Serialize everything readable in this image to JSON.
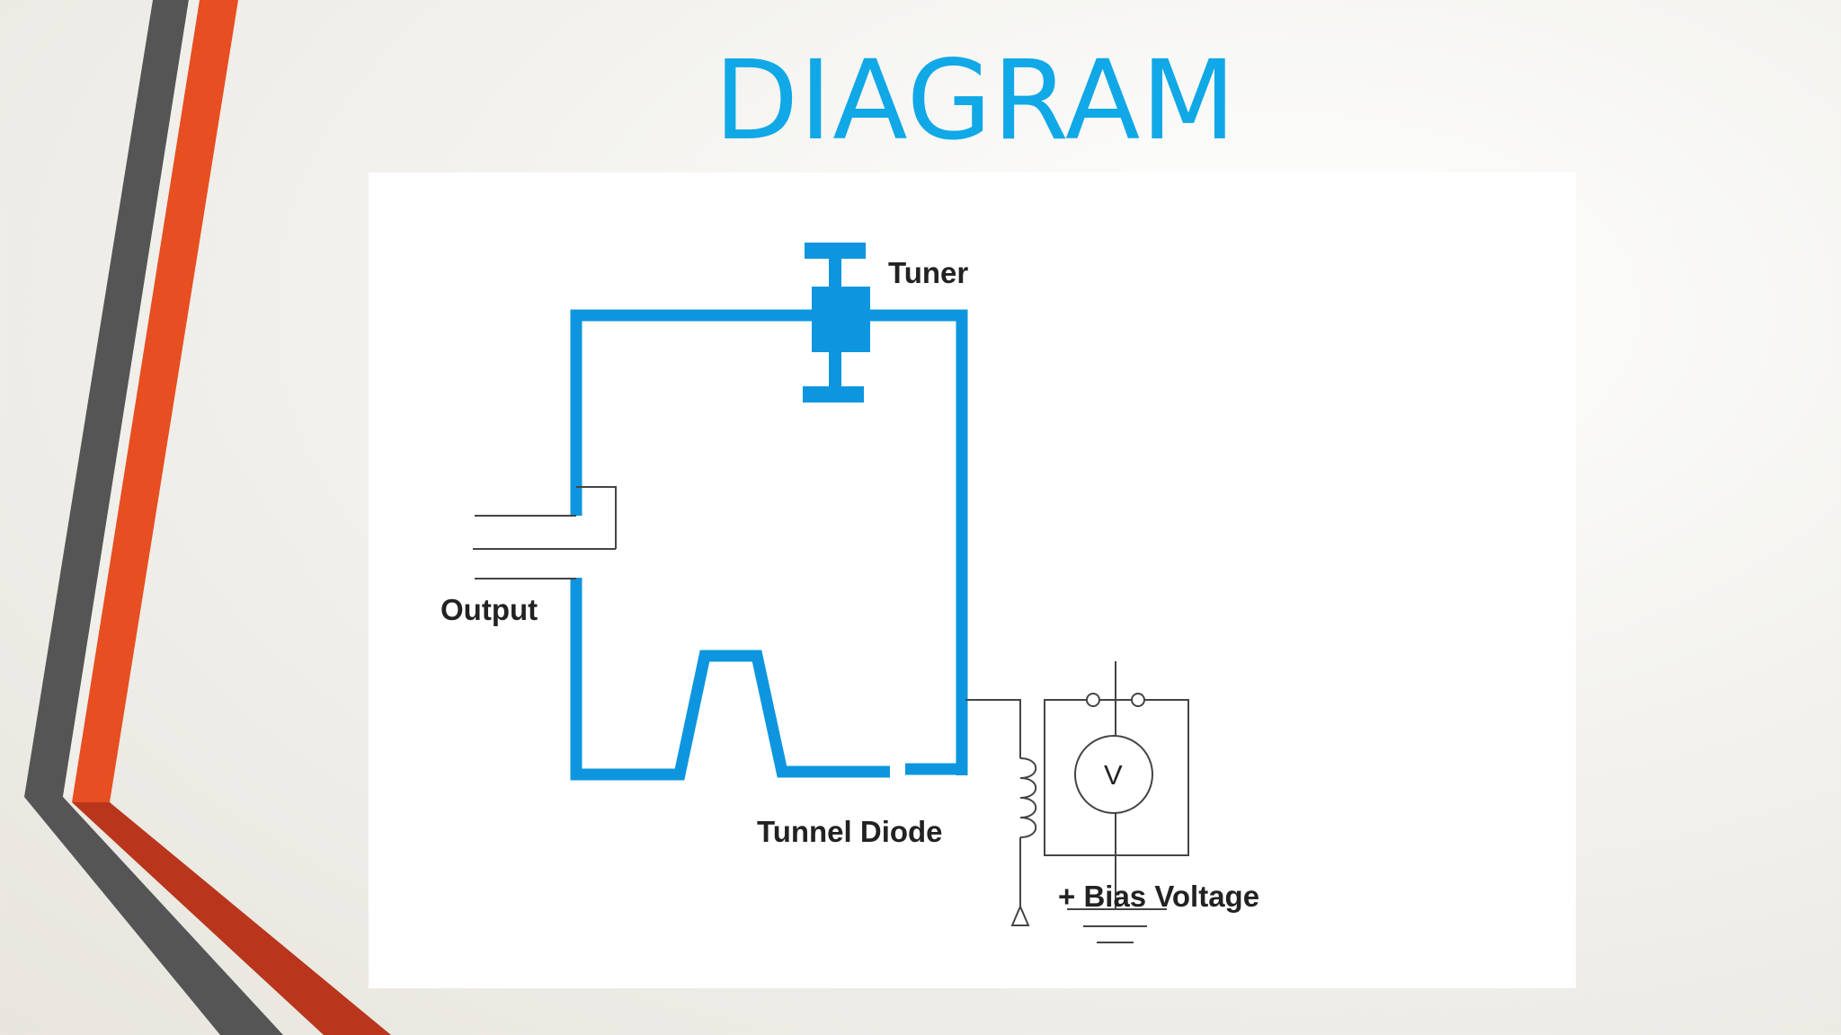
{
  "slide": {
    "title": "DIAGRAM"
  },
  "diagram": {
    "labels": {
      "tuner": "Tuner",
      "output": "Output",
      "tunnel_diode": "Tunnel Diode",
      "bias_voltage": "+ Bias Voltage",
      "voltmeter": "V"
    }
  },
  "colors": {
    "title": "#10a8e6",
    "circuit": "#0d96df",
    "decor_gray": "#555555",
    "decor_orange": "#e74e21",
    "decor_dark_orange": "#b9361c"
  }
}
